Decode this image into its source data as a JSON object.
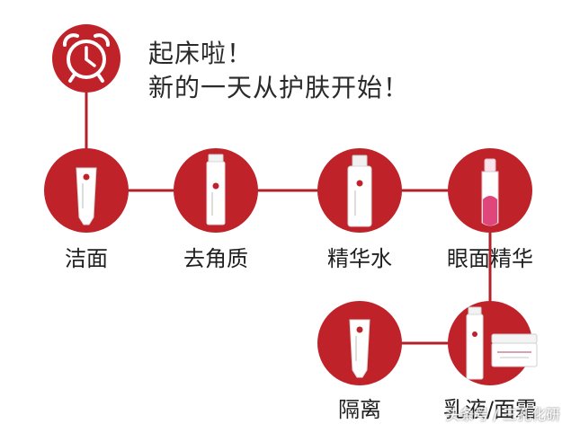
{
  "header": {
    "line1": "起床啦！",
    "line2": "新的一天从护肤开始！",
    "icon": "alarm-clock-icon"
  },
  "steps": [
    {
      "label": "洁面",
      "product": "cleanser-tube"
    },
    {
      "label": "去角质",
      "product": "exfoliator-bottle"
    },
    {
      "label": "精华水",
      "product": "essence-water-bottle"
    },
    {
      "label": "眼面精华",
      "product": "serum-bottle"
    },
    {
      "label": "乳液/面霜",
      "product": "lotion-and-cream"
    },
    {
      "label": "隔离",
      "product": "primer-tube"
    }
  ],
  "colors": {
    "brand_red": "#c0222a",
    "line_red": "#b32028",
    "accent_pink": "#e0457b"
  },
  "watermark": "头条号 / 三孔化研"
}
